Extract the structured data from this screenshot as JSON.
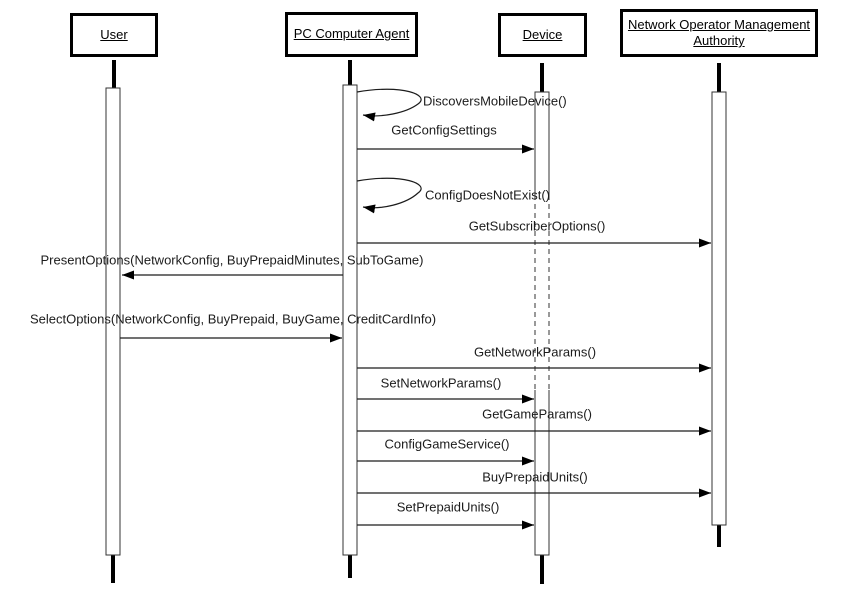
{
  "diagram": {
    "type": "uml-sequence-diagram",
    "background_color": "#ffffff",
    "line_color": "#000000",
    "actors": [
      {
        "name": "User"
      },
      {
        "name": "PC Computer Agent"
      },
      {
        "name": "Device"
      },
      {
        "name": "Network Operator Management Authority"
      }
    ],
    "messages": [
      {
        "label": "DiscoversMobileDevice()",
        "from": "PC Computer Agent",
        "to": "PC Computer Agent",
        "kind": "self"
      },
      {
        "label": "GetConfigSettings",
        "from": "PC Computer Agent",
        "to": "Device",
        "kind": "call"
      },
      {
        "label": "ConfigDoesNotExist()",
        "from": "PC Computer Agent",
        "to": "PC Computer Agent",
        "kind": "self"
      },
      {
        "label": "GetSubscriberOptions()",
        "from": "PC Computer Agent",
        "to": "Network Operator Management Authority",
        "kind": "call"
      },
      {
        "label": "PresentOptions(NetworkConfig, BuyPrepaidMinutes, SubToGame)",
        "from": "PC Computer Agent",
        "to": "User",
        "kind": "call"
      },
      {
        "label": "SelectOptions(NetworkConfig, BuyPrepaid, BuyGame, CreditCardInfo)",
        "from": "User",
        "to": "PC Computer Agent",
        "kind": "call"
      },
      {
        "label": "GetNetworkParams()",
        "from": "PC Computer Agent",
        "to": "Network Operator Management Authority",
        "kind": "call"
      },
      {
        "label": "SetNetworkParams()",
        "from": "PC Computer Agent",
        "to": "Device",
        "kind": "call"
      },
      {
        "label": "GetGameParams()",
        "from": "PC Computer Agent",
        "to": "Network Operator Management Authority",
        "kind": "call"
      },
      {
        "label": "ConfigGameService()",
        "from": "PC Computer Agent",
        "to": "Device",
        "kind": "call"
      },
      {
        "label": "BuyPrepaidUnits()",
        "from": "PC Computer Agent",
        "to": "Network Operator Management Authority",
        "kind": "call"
      },
      {
        "label": "SetPrepaidUnits()",
        "from": "PC Computer Agent",
        "to": "Device",
        "kind": "call"
      }
    ]
  }
}
